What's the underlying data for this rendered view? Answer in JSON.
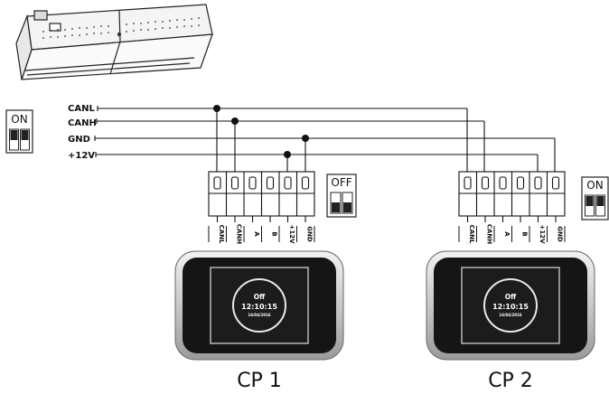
{
  "bus": {
    "wires": [
      "CANL",
      "CANH",
      "GND",
      "+12V"
    ]
  },
  "dip_switches": {
    "main": "ON",
    "cp1": "OFF",
    "cp2": "ON"
  },
  "panels": [
    {
      "caption": "CP 1",
      "terminals": [
        "CANL",
        "CANH",
        "A",
        "B",
        "+12V",
        "GND"
      ],
      "display": {
        "status": "Off",
        "time": "12:10:15",
        "date": "16/04/2016"
      }
    },
    {
      "caption": "CP 2",
      "terminals": [
        "CANL",
        "CANH",
        "A",
        "B",
        "+12V",
        "GND"
      ],
      "display": {
        "status": "Off",
        "time": "12:10:15",
        "date": "16/04/2016"
      }
    }
  ]
}
